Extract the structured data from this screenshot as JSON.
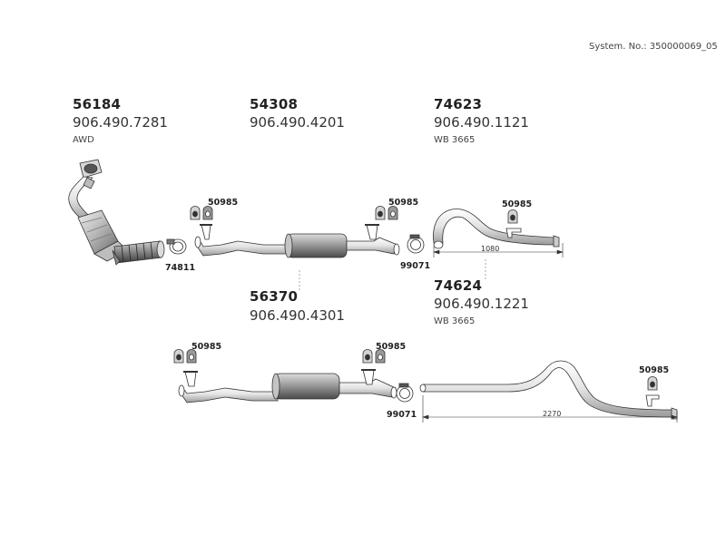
{
  "system_number": "System. No.: 350000069_05",
  "parts": {
    "p56184": {
      "number": "56184",
      "oe": "906.490.7281",
      "note": "AWD"
    },
    "p54308": {
      "number": "54308",
      "oe": "906.490.4201"
    },
    "p74623": {
      "number": "74623",
      "oe": "906.490.1121",
      "note": "WB 3665"
    },
    "p56370": {
      "number": "56370",
      "oe": "906.490.4301"
    },
    "p74624": {
      "number": "74624",
      "oe": "906.490.1221",
      "note": "WB 3665"
    }
  },
  "accessories": {
    "hanger_a": "50985",
    "hanger_b": "50985",
    "hanger_c": "50985",
    "hanger_d": "50985",
    "hanger_e": "50985",
    "hanger_f": "50985",
    "clamp_main": "74811",
    "clamp_upper": "99071",
    "clamp_lower": "99071"
  },
  "dimensions": {
    "upper_tailpipe": "1080",
    "lower_tailpipe": "2270"
  }
}
